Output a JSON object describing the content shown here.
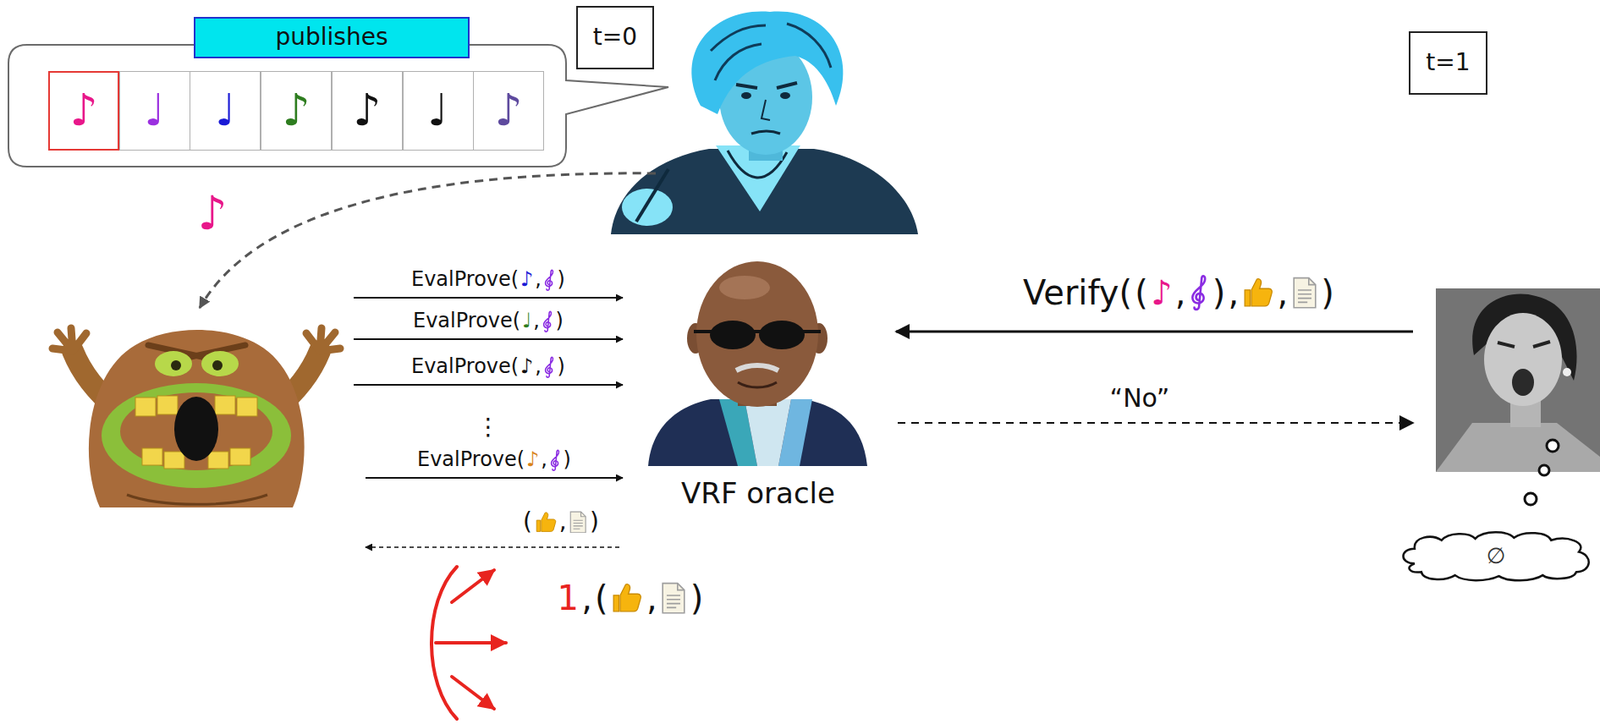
{
  "diagram": {
    "nodes": [
      {
        "text": [
          "publishes"
        ]
      },
      {
        "text": [
          "♪"
        ]
      },
      {
        "text": [
          "♩"
        ]
      },
      {
        "text": [
          "♩"
        ]
      },
      {
        "text": [
          "♪"
        ]
      },
      {
        "text": [
          "♪"
        ]
      },
      {
        "text": [
          "♩"
        ]
      },
      {
        "text": [
          "♪"
        ]
      },
      {
        "text": [
          "t=0"
        ]
      },
      {
        "text": [
          "t=1"
        ]
      },
      {
        "text": [
          "∅"
        ]
      }
    ],
    "labels": [
      "♪",
      "EvalProve(",
      "♪",
      ",",
      ")",
      "EvalProve(",
      "♩",
      ",",
      ")",
      "EvalProve(",
      "♪",
      ",",
      ")",
      "⋮",
      "EvalProve(",
      "♪",
      ",",
      ")",
      "(",
      ",",
      ")",
      "1",
      ",",
      "(",
      ",",
      ")",
      "VRF oracle",
      "Verify(",
      "(",
      "♪",
      ",",
      ")",
      ",",
      ",",
      ")",
      "“No”"
    ]
  }
}
